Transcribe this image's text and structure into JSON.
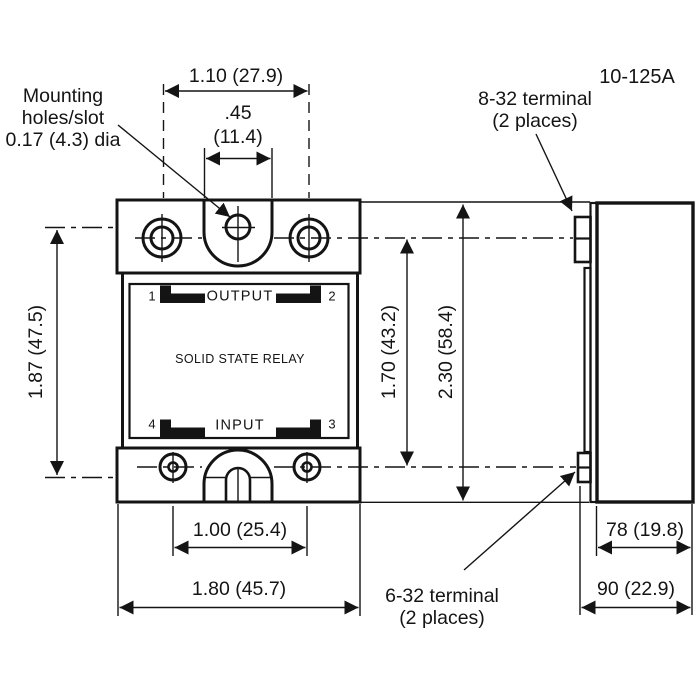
{
  "drawing": {
    "part_number": "10-125A",
    "front": {
      "pin1": "1",
      "pin2": "2",
      "pin3": "3",
      "pin4": "4",
      "output_label": "OUTPUT",
      "input_label": "INPUT",
      "device_label": "SOLID STATE RELAY"
    },
    "callouts": {
      "mounting_l1": "Mounting",
      "mounting_l2": "holes/slot",
      "mounting_l3": "0.17 (4.3) dia",
      "terminal_832_l1": "8-32 terminal",
      "terminal_832_l2": "(2 places)",
      "terminal_632_l1": "6-32 terminal",
      "terminal_632_l2": "(2 places)"
    },
    "dims": {
      "top_hole_spacing": "1.10 (27.9)",
      "slot_width_in": ".45",
      "slot_width_mm": "(11.4)",
      "mount_span": "1.87 (47.5)",
      "terminal_span": "1.70 (43.2)",
      "overall_height": "2.30 (58.4)",
      "bottom_hole_spacing": "1.00 (25.4)",
      "overall_width": "1.80 (45.7)",
      "body_depth": "78 (19.8)",
      "overall_depth": "90 (22.9)"
    },
    "colors": {
      "ink": "#141414",
      "paper": "#ffffff"
    }
  }
}
